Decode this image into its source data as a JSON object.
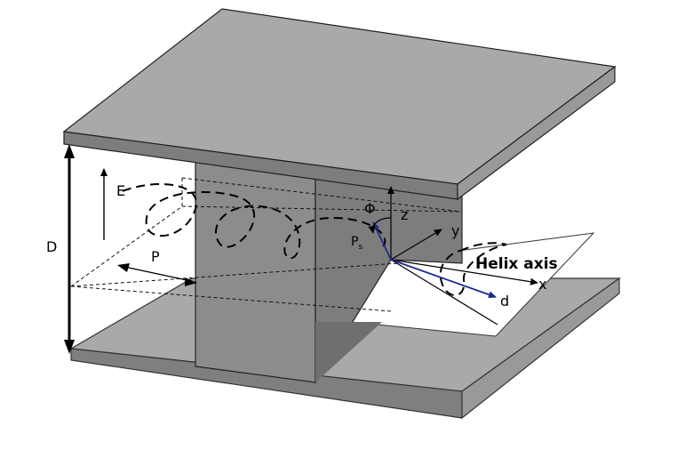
{
  "labels": {
    "E": "E",
    "D": "D",
    "P": "P",
    "Phi": "Φ",
    "z": "z",
    "y": "y",
    "x": "x",
    "d": "d",
    "Ps_main": "P",
    "Ps_sub": "s",
    "helix_axis": "Helix axis"
  },
  "colors": {
    "plate_top": "#a9a9a9",
    "plate_edge": "#7a7a7a",
    "wall": "#8c8c8c",
    "wall_shadow": "#6f6f6f",
    "vector_blue": "#1c2a8a"
  }
}
